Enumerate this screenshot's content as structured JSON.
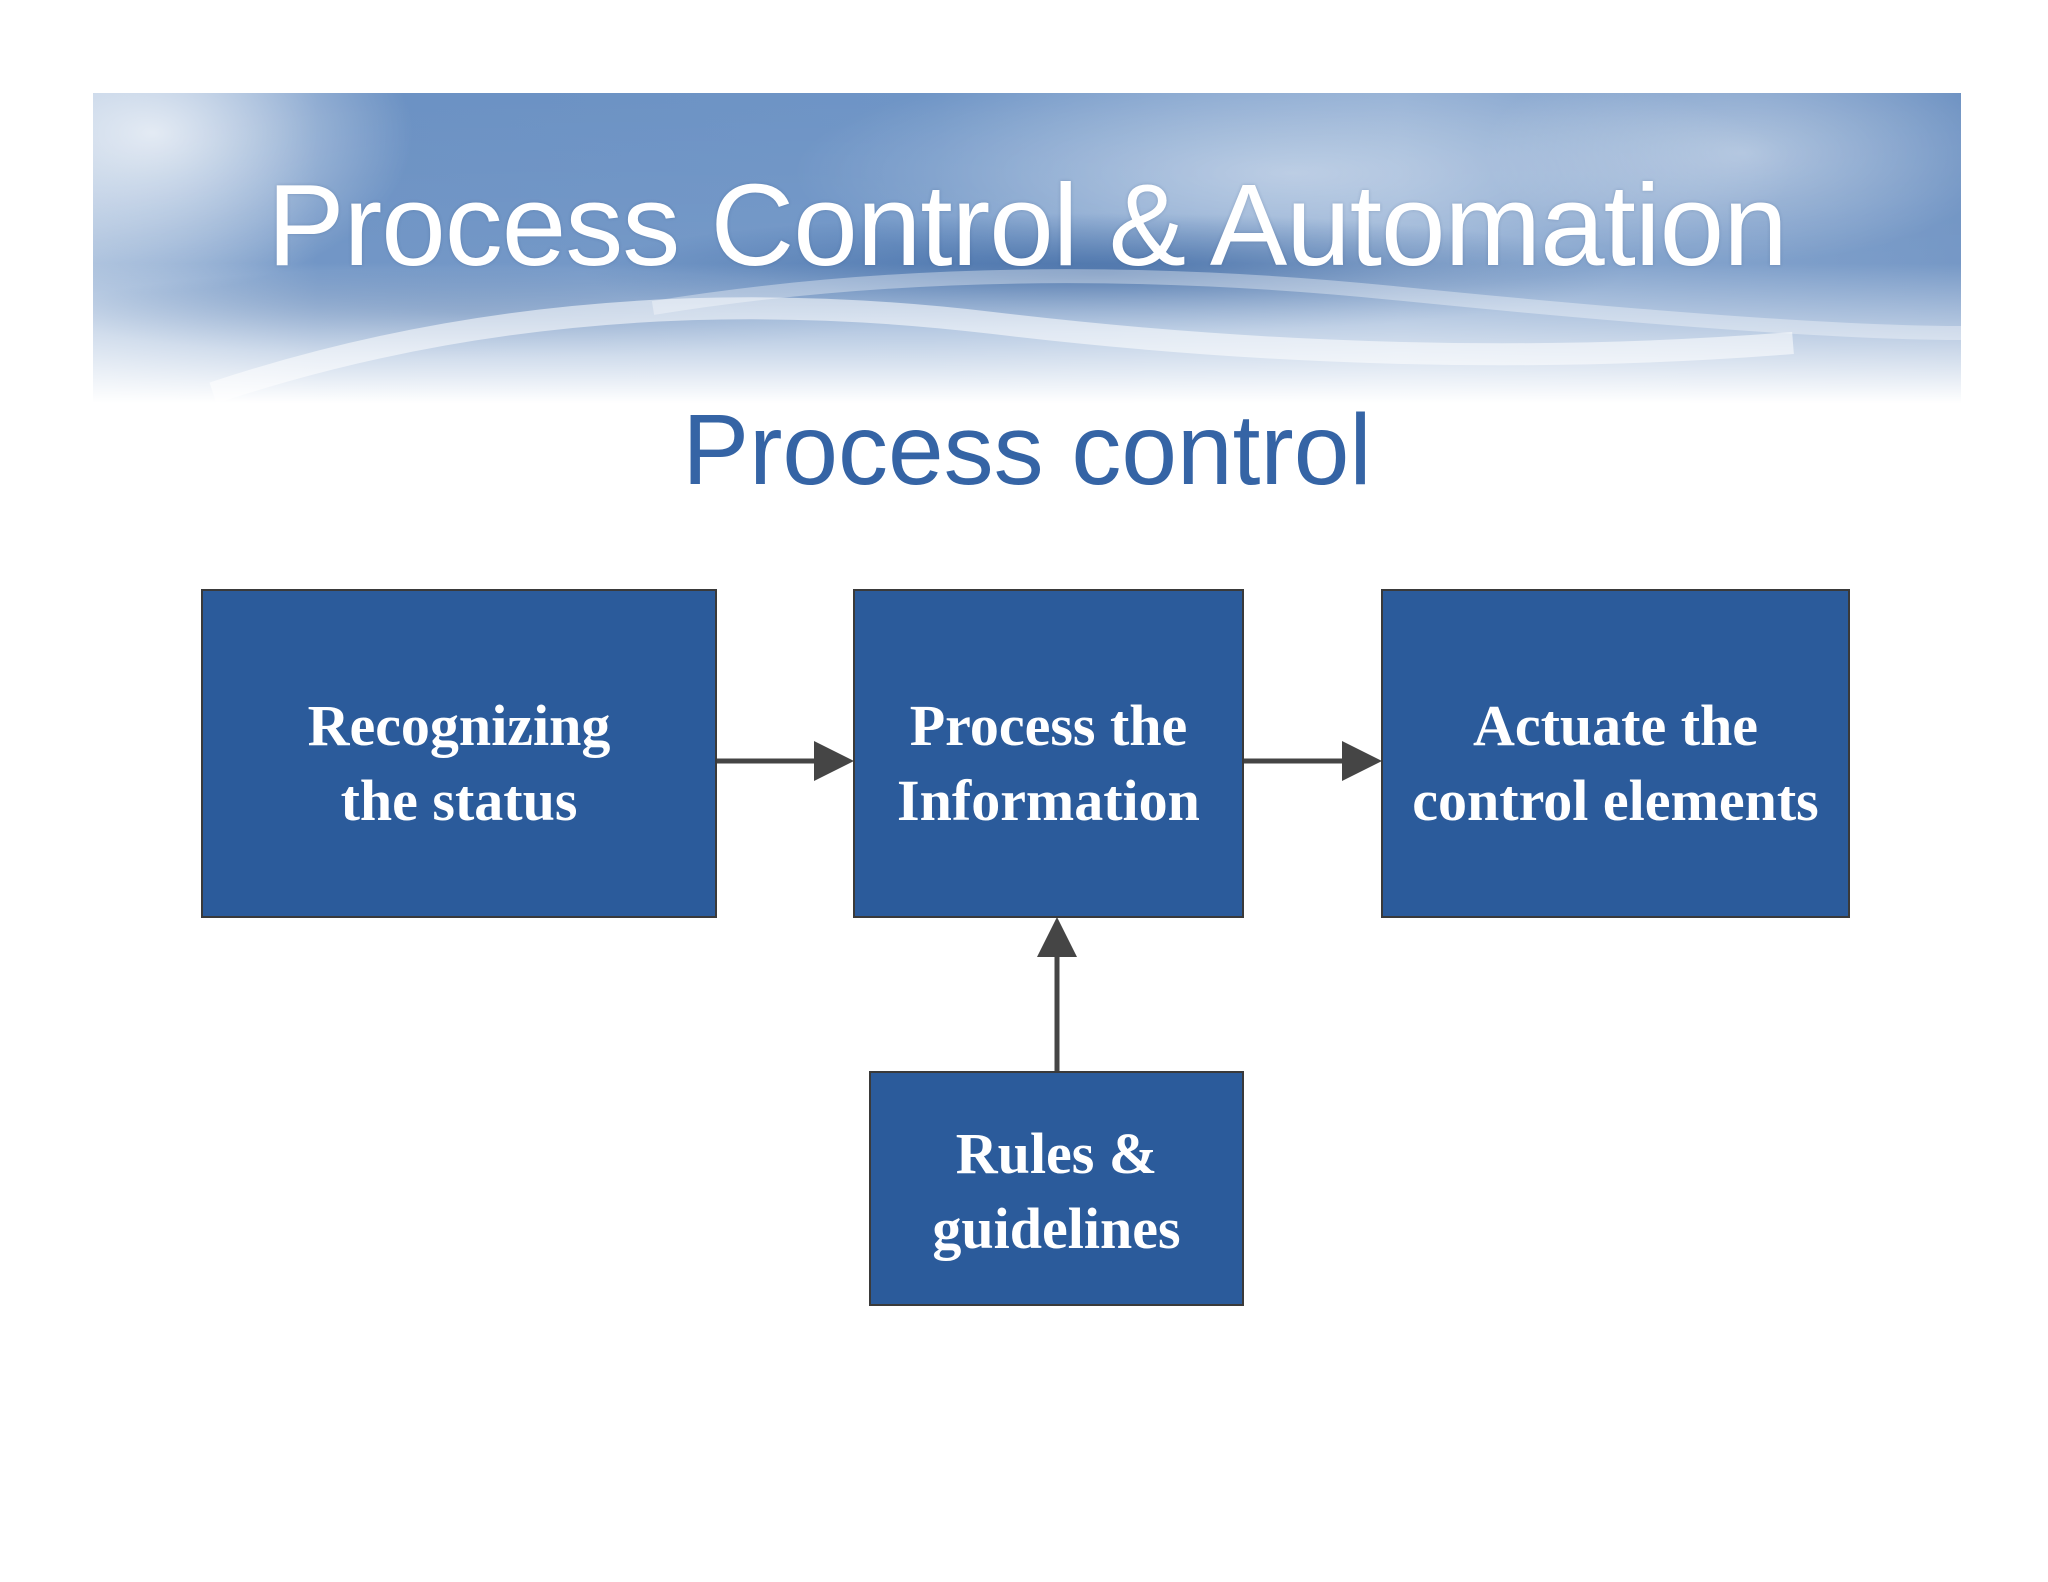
{
  "slide": {
    "title": "Process Control & Automation",
    "subtitle": "Process control"
  },
  "diagram": {
    "nodes": [
      {
        "id": "recognize",
        "lines": [
          "Recognizing",
          "the status"
        ]
      },
      {
        "id": "process",
        "lines": [
          "Process the",
          "Information"
        ]
      },
      {
        "id": "actuate",
        "lines": [
          "Actuate the",
          "control elements"
        ]
      },
      {
        "id": "rules",
        "lines": [
          "Rules &",
          "guidelines"
        ]
      }
    ],
    "edges": [
      {
        "from": "recognize",
        "to": "process"
      },
      {
        "from": "process",
        "to": "actuate"
      },
      {
        "from": "rules",
        "to": "process"
      }
    ]
  },
  "colors": {
    "box_fill": "#2b5b9b",
    "box_border": "#3a3a3a",
    "box_text": "#ffffff",
    "title_text": "#ffffff",
    "subtitle_text": "#3564a5",
    "arrow": "#454545",
    "banner_blue": "#4f7fbd"
  }
}
